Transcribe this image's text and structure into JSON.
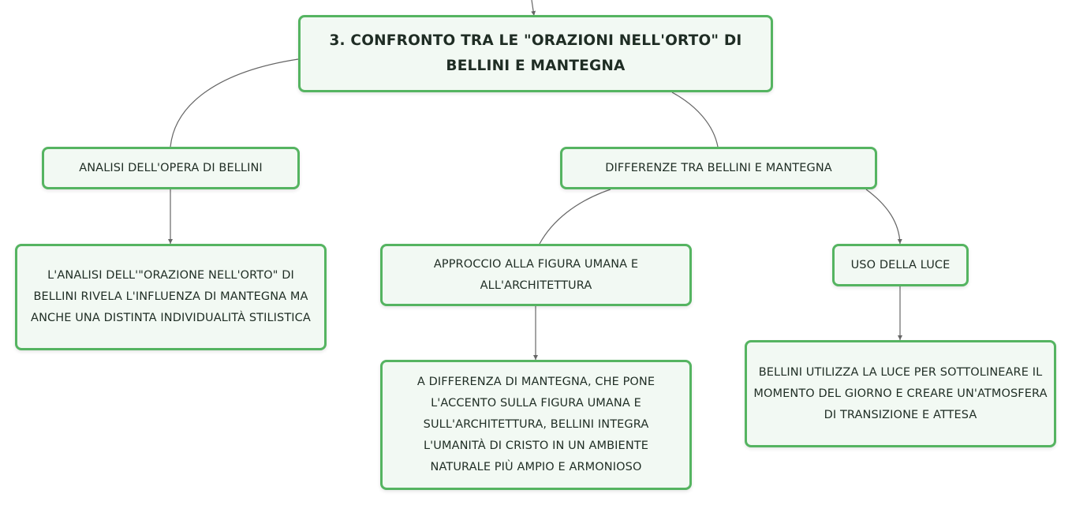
{
  "mindmap": {
    "root": "3. CONFRONTO TRA LE \"ORAZIONI NELL'ORTO\" DI BELLINI E MANTEGNA",
    "analisi": {
      "title": "ANALISI DELL'OPERA DI BELLINI",
      "detail": "L'ANALISI DELL'\"ORAZIONE NELL'ORTO\" DI BELLINI RIVELA L'INFLUENZA DI MANTEGNA MA ANCHE UNA DISTINTA INDIVIDUALITÀ STILISTICA"
    },
    "differenze": {
      "title": "DIFFERENZE TRA BELLINI E MANTEGNA",
      "approccio": {
        "title": "APPROCCIO ALLA FIGURA UMANA E ALL'ARCHITETTURA",
        "detail": "A DIFFERENZA DI MANTEGNA, CHE PONE L'ACCENTO SULLA FIGURA UMANA E SULL'ARCHITETTURA, BELLINI INTEGRA L'UMANITÀ DI CRISTO IN UN AMBIENTE NATURALE PIÙ AMPIO E ARMONIOSO"
      },
      "luce": {
        "title": "USO DELLA LUCE",
        "detail": "BELLINI UTILIZZA LA LUCE PER SOTTOLINEARE IL MOMENTO DEL GIORNO E CREARE UN'ATMOSFERA DI TRANSIZIONE E ATTESA"
      }
    }
  },
  "colors": {
    "node_border": "#55b461",
    "node_fill": "#f2f9f3",
    "connector": "#666666",
    "text": "#1f2d24"
  }
}
